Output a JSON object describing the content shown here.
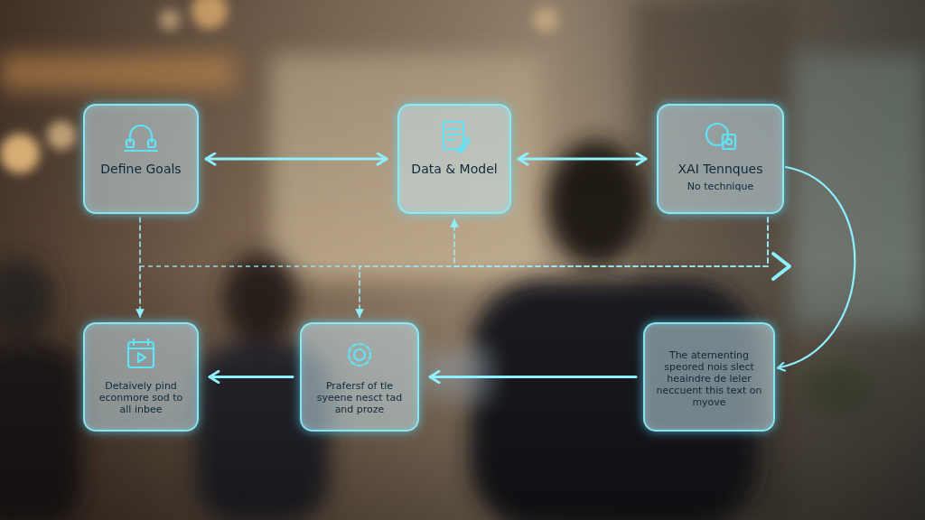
{
  "diagram": {
    "nodes": [
      {
        "text": [
          "Define Goals"
        ]
      },
      {
        "text": [
          "Data & Model"
        ]
      },
      {
        "text": [
          "XAI Tennques",
          "No technique"
        ]
      },
      {
        "text": [
          "Detaively pind econmore sod to all inbee"
        ]
      },
      {
        "text": [
          "Prafersf of tle syeene nesct tad and proze"
        ]
      },
      {
        "text": [
          "The aternenting speored nois slect heaindre de leler neccuent this text on myove"
        ]
      }
    ],
    "edges": [
      {
        "from": 0,
        "to": 1,
        "arrow": "both"
      },
      {
        "from": 1,
        "to": 2,
        "arrow": "both"
      },
      {
        "from": 2,
        "to": 5,
        "arrow": "to"
      },
      {
        "from": 5,
        "to": 4,
        "arrow": "to"
      },
      {
        "from": 4,
        "to": 3,
        "arrow": "to"
      },
      {
        "from": 0,
        "to": 3,
        "arrow": "to"
      },
      {
        "from": 2,
        "to": 1,
        "arrow": "to"
      },
      {
        "from": 2,
        "to": 4,
        "arrow": "to"
      }
    ]
  }
}
